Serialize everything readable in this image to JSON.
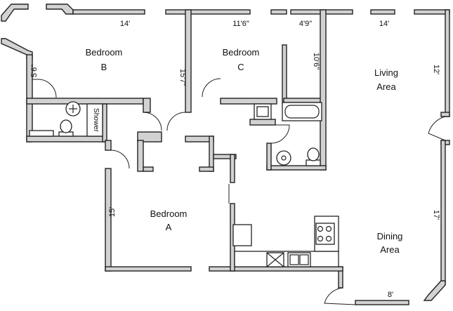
{
  "rooms": {
    "bedroom_b": {
      "line1": "Bedroom",
      "line2": "B"
    },
    "bedroom_c": {
      "line1": "Bedroom",
      "line2": "C"
    },
    "bedroom_a": {
      "line1": "Bedroom",
      "line2": "A"
    },
    "living": {
      "line1": "Living",
      "line2": "Area"
    },
    "dining": {
      "line1": "Dining",
      "line2": "Area"
    }
  },
  "fixtures": {
    "shower": "Shower"
  },
  "dimensions": {
    "bedroom_b_width": "14'",
    "bedroom_c_width": "11'6\"",
    "closet_width": "4'9\"",
    "living_width": "14'",
    "bedroom_b_depth": "5'6\"",
    "bedroom_b_length": "15'7\"",
    "bedroom_c_depth": "10'6\"",
    "living_depth": "12'",
    "bedroom_a_depth": "15'",
    "dining_depth": "17'",
    "bay_width": "8'"
  }
}
